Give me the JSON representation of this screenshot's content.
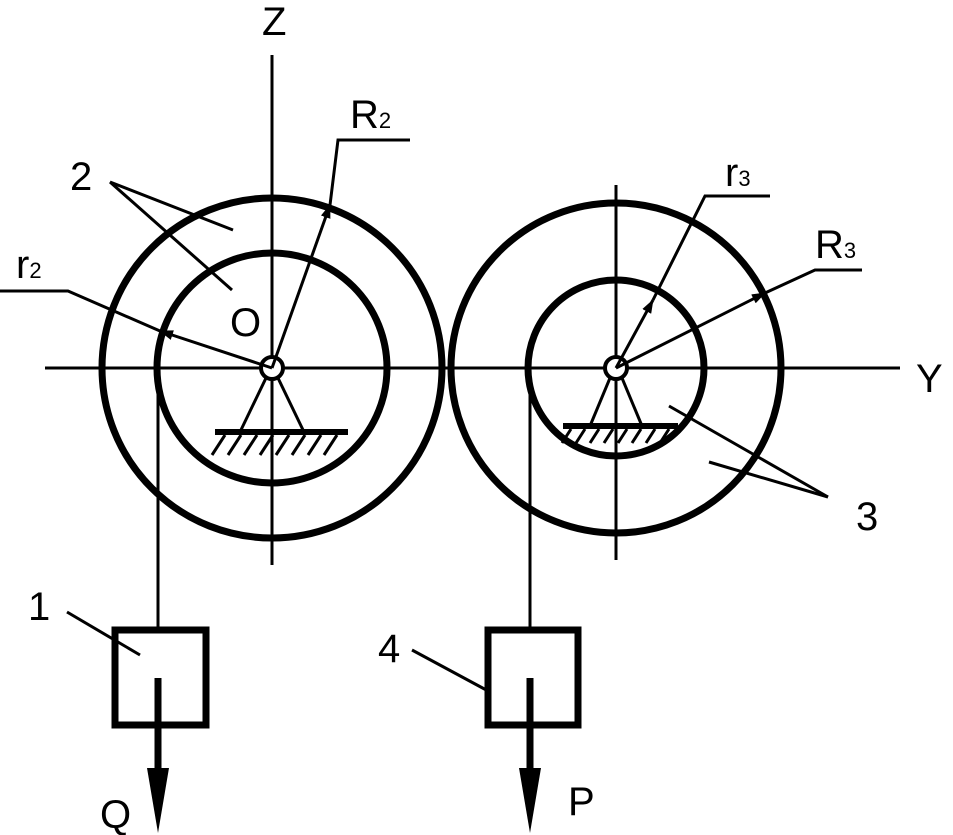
{
  "labels": {
    "axis_z": "Z",
    "axis_y": "Y",
    "origin": "O",
    "wheel_2": "2",
    "wheel_3": "3",
    "body_1": "1",
    "body_4": "4",
    "force_q": "Q",
    "force_p": "P",
    "big_r2": {
      "letter": "R",
      "sub": "2"
    },
    "small_r2": {
      "letter": "r",
      "sub": "2"
    },
    "big_r3": {
      "letter": "R",
      "sub": "3"
    },
    "small_r3": {
      "letter": "r",
      "sub": "3"
    }
  },
  "colors": {
    "stroke": "#000000",
    "background": "#ffffff"
  }
}
